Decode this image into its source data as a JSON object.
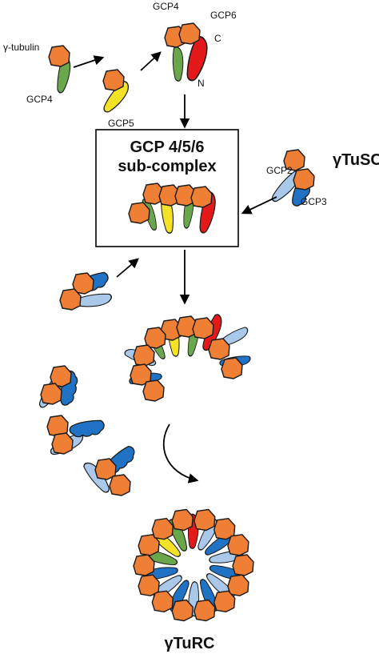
{
  "labels": {
    "gamma_tubulin": "γ-tubulin",
    "gcp4_left": "GCP4",
    "gcp5": "GCP5",
    "gcp4_top": "GCP4",
    "gcp6": "GCP6",
    "c_term": "C",
    "n_term": "N",
    "subcomplex_line1": "GCP 4/5/6",
    "subcomplex_line2": "sub-complex",
    "gcp2": "GCP2",
    "gcp3": "GCP3",
    "gtusc": "γTuSC",
    "gturc": "γTuRC"
  },
  "colors": {
    "gamma_tubulin": "#f07f36",
    "gcp4": "#6aa64a",
    "gcp5": "#f4e226",
    "gcp6": "#e41a1a",
    "gcp2": "#a9c8ea",
    "gcp3": "#1f72c4"
  }
}
